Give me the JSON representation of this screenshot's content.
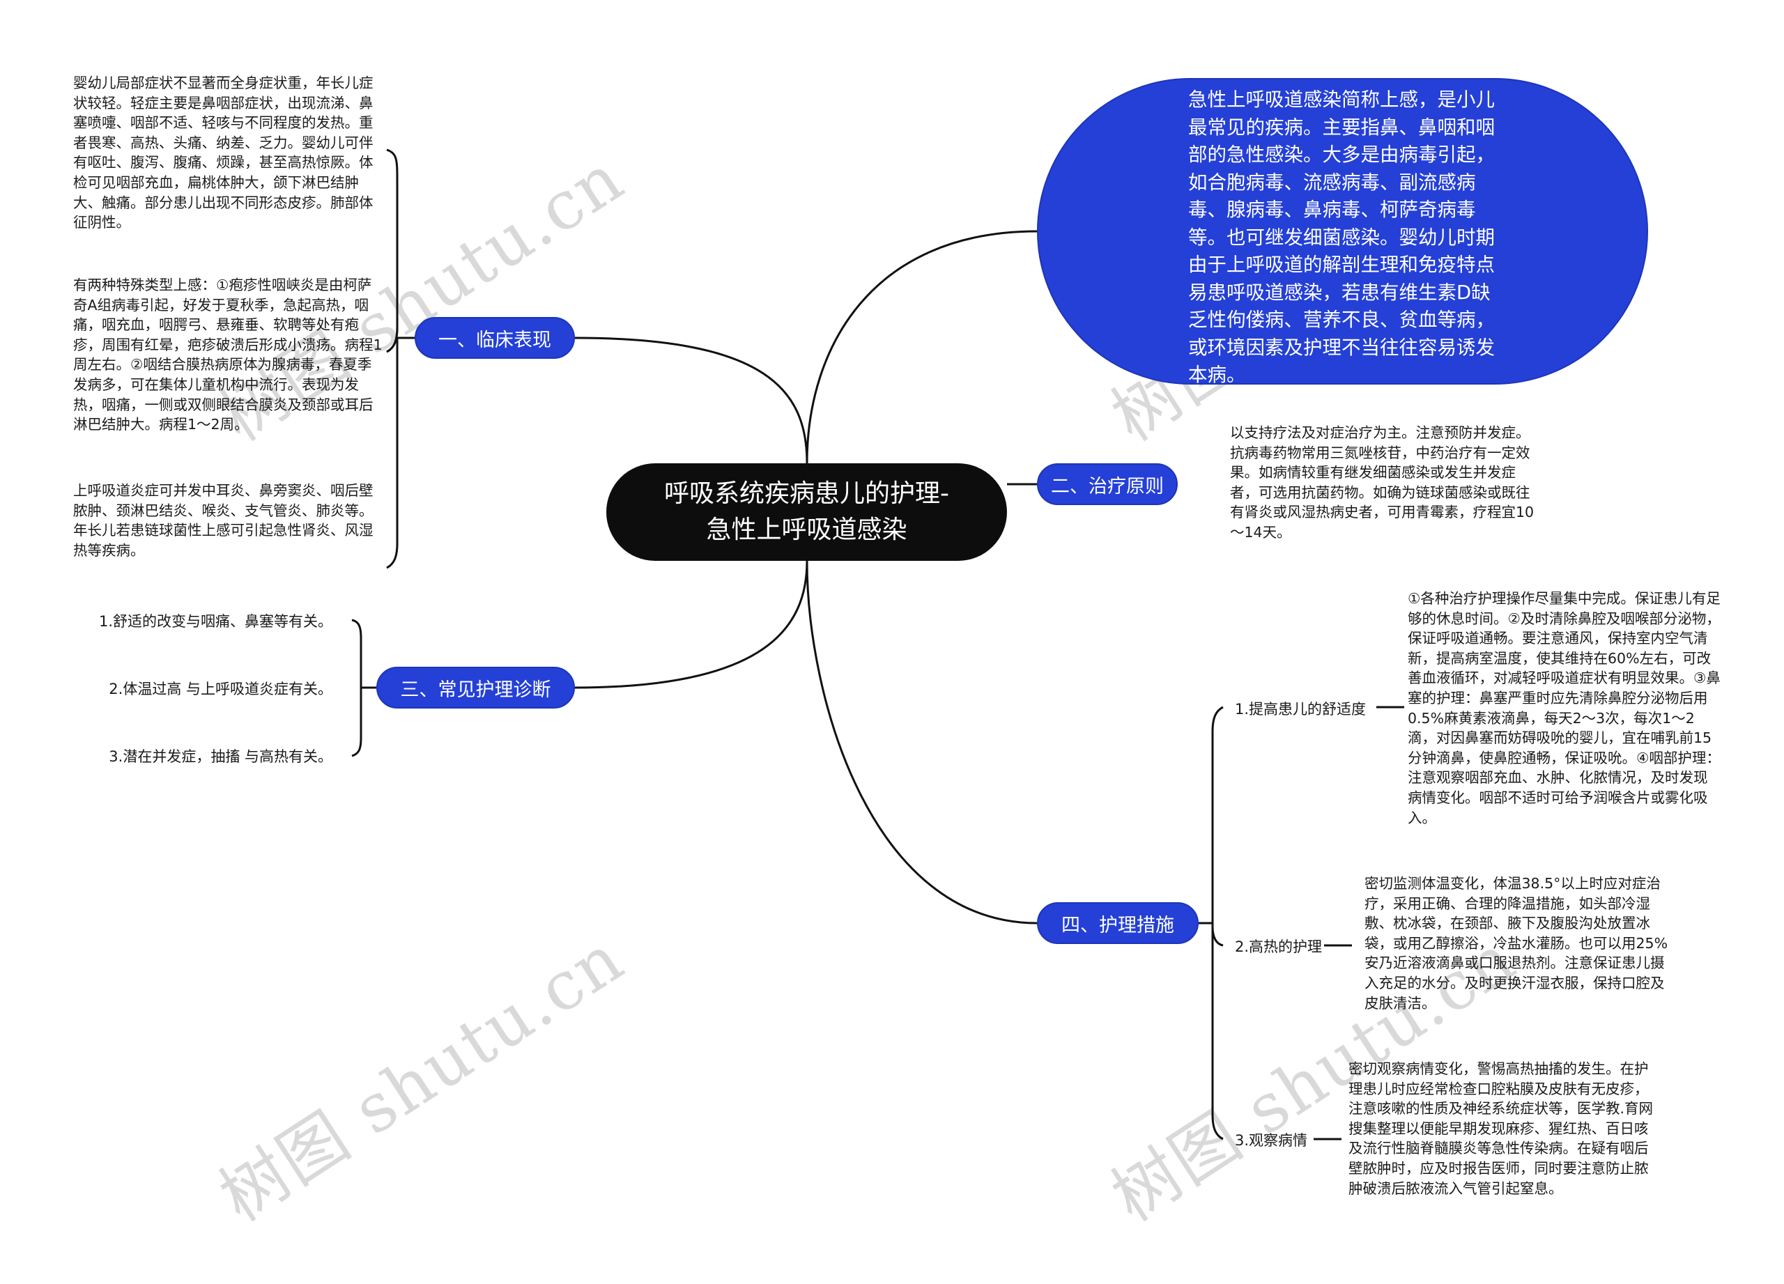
{
  "center": {
    "line1": "呼吸系统疾病患儿的护理-",
    "line2": "急性上呼吸道感染"
  },
  "intro": {
    "text": "急性上呼吸道感染简称上感，是小儿最常见的疾病。主要指鼻、鼻咽和咽部的急性感染。大多是由病毒引起，如合胞病毒、流感病毒、副流感病毒、腺病毒、鼻病毒、柯萨奇病毒等。也可继发细菌感染。婴幼儿时期由于上呼吸道的解剖生理和免疫特点易患呼吸道感染，若患有维生素D缺乏性佝偻病、营养不良、贫血等病，或环境因素及护理不当往往容易诱发本病。"
  },
  "branches": {
    "clinical": {
      "label": "一、临床表现",
      "items": [
        "婴幼儿局部症状不显著而全身症状重，年长儿症状较轻。轻症主要是鼻咽部症状，出现流涕、鼻塞喷嚏、咽部不适、轻咳与不同程度的发热。重者畏寒、高热、头痛、纳差、乏力。婴幼儿可伴有呕吐、腹泻、腹痛、烦躁，甚至高热惊厥。体检可见咽部充血，扁桃体肿大，颌下淋巴结肿大、触痛。部分患儿出现不同形态皮疹。肺部体征阴性。",
        "有两种特殊类型上感：①疱疹性咽峡炎是由柯萨奇A组病毒引起，好发于夏秋季，急起高热，咽痛，咽充血，咽腭弓、悬雍垂、软聘等处有疱疹，周围有红晕，疤疹破溃后形成小溃疡。病程1周左右。②咽结合膜热病原体为腺病毒，春夏季发病多，可在集体儿童机构中流行。表现为发热，咽痛，一侧或双侧眼结合膜炎及颈部或耳后淋巴结肿大。病程1～2周。",
        "上呼吸道炎症可并发中耳炎、鼻旁窦炎、咽后壁脓肿、颈淋巴结炎、喉炎、支气管炎、肺炎等。年长儿若患链球菌性上感可引起急性肾炎、风湿热等疾病。"
      ]
    },
    "treatment": {
      "label": "二、治疗原则",
      "text": "以支持疗法及对症治疗为主。注意预防并发症。抗病毒药物常用三氮唑核苷，中药治疗有一定效果。如病情较重有继发细菌感染或发生并发症者，可选用抗菌药物。如确为链球菌感染或既往有肾炎或风湿热病史者，可用青霉素，疗程宜10～14天。"
    },
    "diagnosis": {
      "label": "三、常见护理诊断",
      "items": [
        "1.舒适的改变与咽痛、鼻塞等有关。",
        "2.体温过高 与上呼吸道炎症有关。",
        "3.潜在并发症，抽搐 与高热有关。"
      ]
    },
    "measures": {
      "label": "四、护理措施",
      "items": [
        {
          "label": "1.提高患儿的舒适度",
          "text": "①各种治疗护理操作尽量集中完成。保证患儿有足够的休息时间。②及时清除鼻腔及咽喉部分泌物，保证呼吸道通畅。要注意通风，保持室内空气清新，提高病室温度，使其维持在60%左右，可改善血液循环，对减轻呼吸道症状有明显效果。③鼻塞的护理：鼻塞严重时应先清除鼻腔分泌物后用0.5%麻黄素液滴鼻，每天2～3次，每次1～2滴，对因鼻塞而妨碍吸吮的婴儿，宜在哺乳前15分钟滴鼻，使鼻腔通畅，保证吸吮。④咽部护理：注意观察咽部充血、水肿、化脓情况，及时发现病情变化。咽部不适时可给予润喉含片或雾化吸入。"
        },
        {
          "label": "2.高热的护理",
          "text": "密切监测体温变化，体温38.5°以上时应对症治疗，采用正确、合理的降温措施，如头部冷湿敷、枕冰袋，在颈部、腋下及腹股沟处放置冰袋，或用乙醇擦浴，冷盐水灌肠。也可以用25%安乃近溶液滴鼻或口服退热剂。注意保证患儿摄入充足的水分。及时更换汗湿衣服，保持口腔及皮肤清洁。"
        },
        {
          "label": "3.观察病情",
          "text": "密切观察病情变化，警惕高热抽搐的发生。在护理患儿时应经常检查口腔粘膜及皮肤有无皮疹，注意咳嗽的性质及神经系统症状等，医学教.育网搜集整理以便能早期发现麻疹、猩红热、百日咳及流行性脑脊髓膜炎等急性传染病。在疑有咽后壁脓肿时，应及时报告医师，同时要注意防止脓肿破溃后脓液流入气管引起窒息。"
        }
      ]
    }
  },
  "watermark": {
    "text": "树图 shutu.cn"
  },
  "colors": {
    "center_bg": "#0d0d0d",
    "branch_bg": "#2440d6",
    "line": "#111111",
    "watermark": "#d9d9d9"
  }
}
